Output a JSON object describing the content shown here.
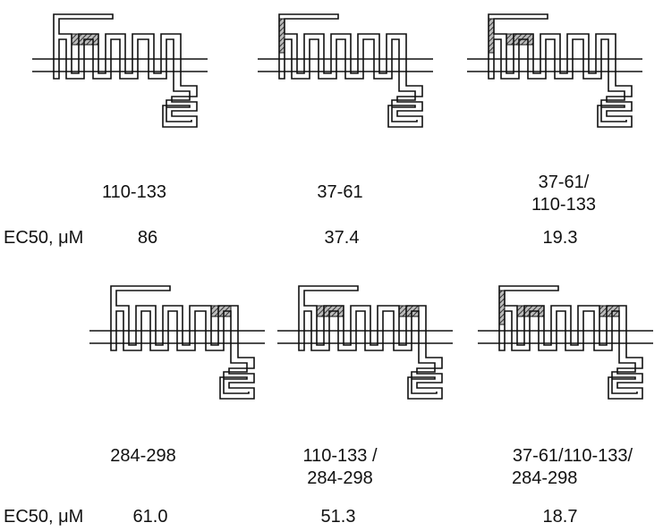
{
  "colors": {
    "line": "#111111",
    "hatch": "#333333"
  },
  "row1": {
    "constructs": [
      {
        "lines": [
          "110-133"
        ],
        "regions": [
          "loop1"
        ]
      },
      {
        "lines": [
          "37-61"
        ],
        "regions": [
          "nterm"
        ]
      },
      {
        "lines": [
          "37-61/",
          "110-133"
        ],
        "regions": [
          "nterm",
          "loop1"
        ]
      }
    ],
    "ec50_label": "EC50, μM",
    "ec50_values": [
      "86",
      "37.4",
      "19.3"
    ]
  },
  "row2": {
    "constructs": [
      {
        "lines": [
          "284-298"
        ],
        "regions": [
          "loop3"
        ]
      },
      {
        "lines": [
          "110-133 /",
          "284-298"
        ],
        "regions": [
          "loop1",
          "loop3"
        ]
      },
      {
        "lines": [
          "37-61/110-133/",
          "284-298"
        ],
        "regions": [
          "nterm",
          "loop1",
          "loop3"
        ]
      }
    ],
    "ec50_label": "EC50, μM",
    "ec50_values": [
      "61.0",
      "51.3",
      "18.7"
    ]
  }
}
